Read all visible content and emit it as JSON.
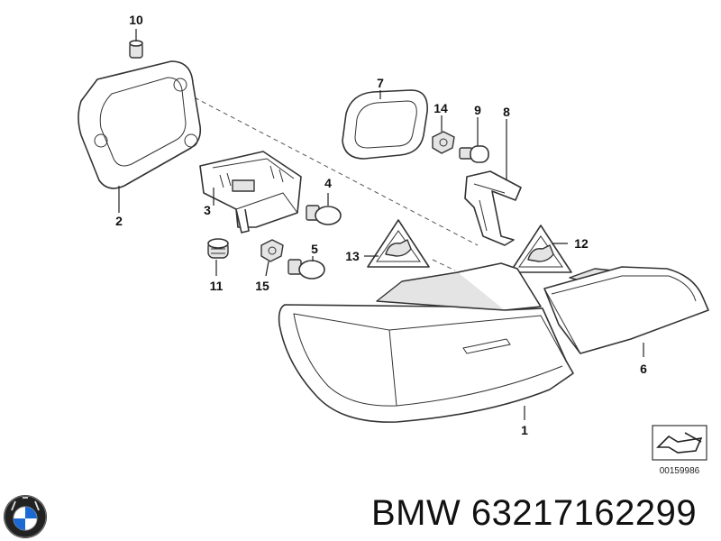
{
  "diagram": {
    "callouts": {
      "p1": "1",
      "p2": "2",
      "p3": "3",
      "p4": "4",
      "p5": "5",
      "p6": "6",
      "p7": "7",
      "p8": "8",
      "p9": "9",
      "p10": "10",
      "p11": "11",
      "p12": "12",
      "p13": "13",
      "p14": "14",
      "p15": "15"
    },
    "reference_code": "00159986"
  },
  "footer": {
    "brand": "BMW",
    "part_number": "63217162299",
    "logo_letters": "BMW"
  },
  "colors": {
    "logo_blue": "#1c69d4",
    "line": "#333333"
  }
}
